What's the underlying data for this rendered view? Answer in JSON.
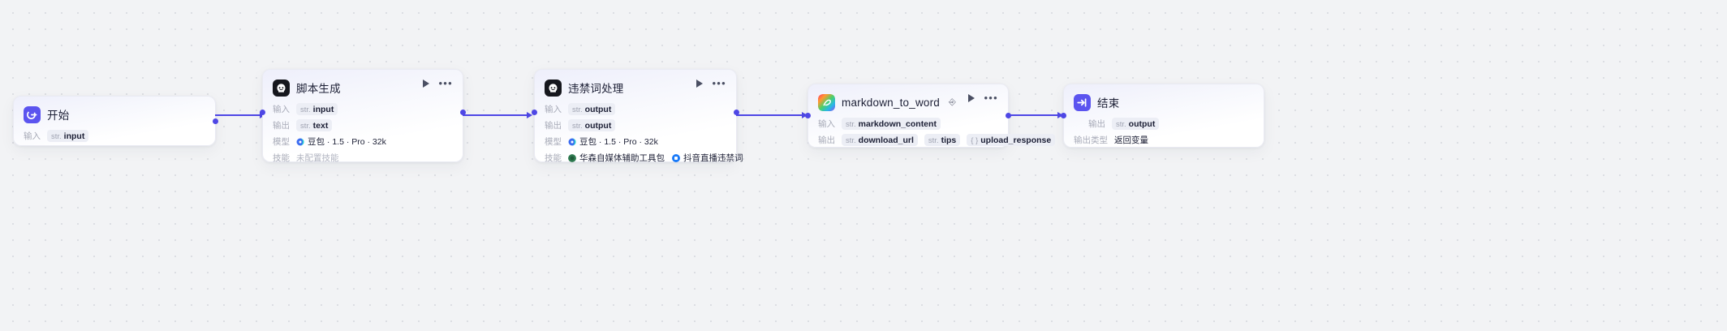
{
  "canvas": {
    "background": "#f2f3f5",
    "accent": "#4e47e5"
  },
  "nodes": [
    {
      "id": "start",
      "icon": "start-node-icon",
      "title": "开始",
      "has_actions": false,
      "rows": [
        {
          "label": "输入",
          "type": "chips",
          "chips": [
            {
              "kind": "str.",
              "name": "input"
            }
          ]
        }
      ]
    },
    {
      "id": "script-generation",
      "icon": "llm-node-icon",
      "title": "脚本生成",
      "has_actions": true,
      "rows": [
        {
          "label": "输入",
          "type": "chips",
          "chips": [
            {
              "kind": "str.",
              "name": "input"
            }
          ]
        },
        {
          "label": "输出",
          "type": "chips",
          "chips": [
            {
              "kind": "str.",
              "name": "text"
            }
          ]
        },
        {
          "label": "模型",
          "type": "model",
          "model_name": "豆包 · 1.5 · Pro · 32k"
        },
        {
          "label": "技能",
          "type": "muted",
          "text": "未配置技能"
        }
      ]
    },
    {
      "id": "banned-word-processing",
      "icon": "llm-node-icon",
      "title": "违禁词处理",
      "has_actions": true,
      "rows": [
        {
          "label": "输入",
          "type": "chips",
          "chips": [
            {
              "kind": "str.",
              "name": "output"
            }
          ]
        },
        {
          "label": "输出",
          "type": "chips",
          "chips": [
            {
              "kind": "str.",
              "name": "output"
            }
          ]
        },
        {
          "label": "模型",
          "type": "model",
          "model_name": "豆包 · 1.5 · Pro · 32k"
        },
        {
          "label": "技能",
          "type": "skills",
          "skills": [
            {
              "name": "华森自媒体辅助工具包",
              "color": "#2f7a50"
            },
            {
              "name": "抖音直播违禁词",
              "color": "#1a7af8"
            }
          ]
        }
      ]
    },
    {
      "id": "markdown-to-word",
      "icon": "plugin-node-icon",
      "title": "markdown_to_word",
      "badge": "plugin-badge-icon",
      "has_actions": true,
      "rows": [
        {
          "label": "输入",
          "type": "chips",
          "chips": [
            {
              "kind": "str.",
              "name": "markdown_content"
            }
          ]
        },
        {
          "label": "输出",
          "type": "chips",
          "chips": [
            {
              "kind": "str.",
              "name": "download_url"
            },
            {
              "kind": "str.",
              "name": "tips"
            },
            {
              "kind": "{ }",
              "name": "upload_response"
            }
          ]
        }
      ]
    },
    {
      "id": "end",
      "icon": "end-node-icon",
      "title": "结束",
      "has_actions": false,
      "rows": [
        {
          "label": "输出",
          "type": "chips",
          "chips": [
            {
              "kind": "str.",
              "name": "output"
            }
          ]
        },
        {
          "label": "输出类型",
          "type": "plain",
          "text": "返回变量"
        }
      ]
    }
  ]
}
